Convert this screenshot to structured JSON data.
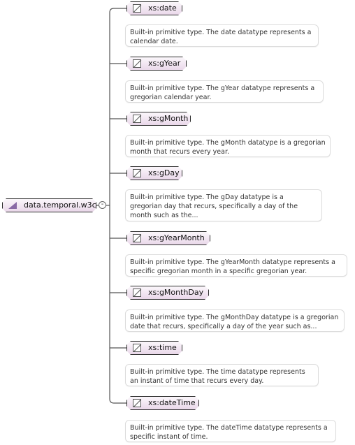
{
  "root": {
    "label": "data.temporal.w3c",
    "icon": "group-icon"
  },
  "collapse_toggle": {
    "label": "-"
  },
  "connector_color": "#555555",
  "children": [
    {
      "label": "xs:date",
      "icon": "simple-type-icon",
      "description": "Built-in primitive type. The date datatype represents a calendar date."
    },
    {
      "label": "xs:gYear",
      "icon": "simple-type-icon",
      "description": "Built-in primitive type. The gYear datatype represents a gregorian calendar year."
    },
    {
      "label": "xs:gMonth",
      "icon": "simple-type-icon",
      "description": "Built-in primitive type. The gMonth datatype is a gregorian month that recurs every year."
    },
    {
      "label": "xs:gDay",
      "icon": "simple-type-icon",
      "description": "Built-in primitive type. The gDay datatype is a gregorian day that recurs, specifically a day of the month such as the..."
    },
    {
      "label": "xs:gYearMonth",
      "icon": "simple-type-icon",
      "description": "Built-in primitive type. The gYearMonth datatype represents a specific gregorian month in a specific gregorian year."
    },
    {
      "label": "xs:gMonthDay",
      "icon": "simple-type-icon",
      "description": "Built-in primitive type. The gMonthDay datatype is a gregorian date that recurs, specifically a day of the year such as..."
    },
    {
      "label": "xs:time",
      "icon": "simple-type-icon",
      "description": "Built-in primitive type. The time datatype represents an instant of time that recurs every day."
    },
    {
      "label": "xs:dateTime",
      "icon": "simple-type-icon",
      "description": "Built-in primitive type. The dateTime datatype represents a specific instant of time."
    }
  ]
}
